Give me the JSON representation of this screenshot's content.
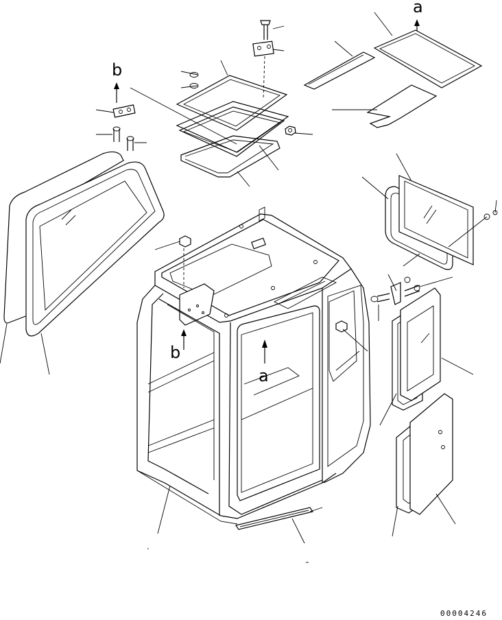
{
  "diagram": {
    "arrow_labels": {
      "a_top": "a",
      "b_top": "b",
      "b_mid": "b",
      "a_mid": "a"
    },
    "drawing_code": "00004246"
  }
}
